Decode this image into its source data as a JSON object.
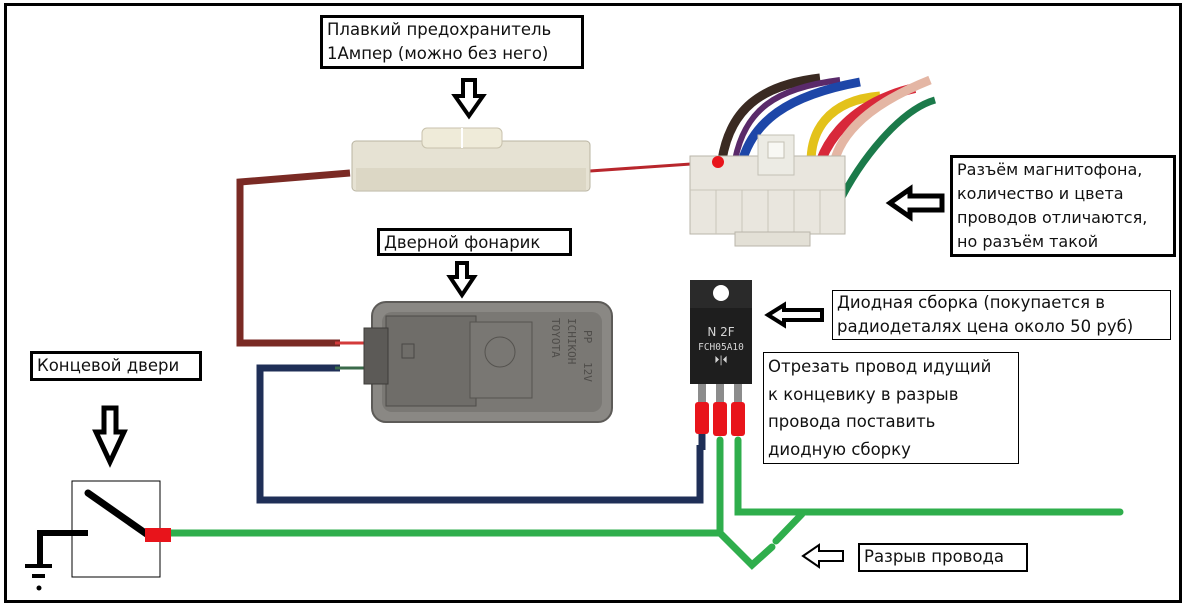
{
  "diagram": {
    "title": "Door courtesy lamp wiring to head unit connector",
    "labels": {
      "fuse": "Плавкий предохранитель\n1Ампер (можно без него)",
      "connector": "Разъём магнитофона,\nколичество и цвета\nпроводов отличаются,\nно разъём такой",
      "door_lamp": "Дверной фонарик",
      "diode": "Диодная сборка (покупается в\nрадиодеталях цена около 50 руб)",
      "cut_instruction": "Отрезать провод идущий\nк концевику в разрыв\nпровода поставить\nдиодную сборку",
      "door_switch": "Концевой двери",
      "wire_break": "Разрыв провода"
    },
    "component_markings": {
      "diode_line1": "N 2F",
      "diode_line2": "FCH05A10",
      "lamp_brand": "TOYOTA",
      "lamp_maker": "ICHIKOH",
      "lamp_voltage": "12V",
      "lamp_code": "PP"
    },
    "colors": {
      "wire_power": "#7a2a24",
      "wire_lamp_return": "#1f2f57",
      "wire_switch": "#2fae4c",
      "terminal": "#e8141b"
    }
  }
}
